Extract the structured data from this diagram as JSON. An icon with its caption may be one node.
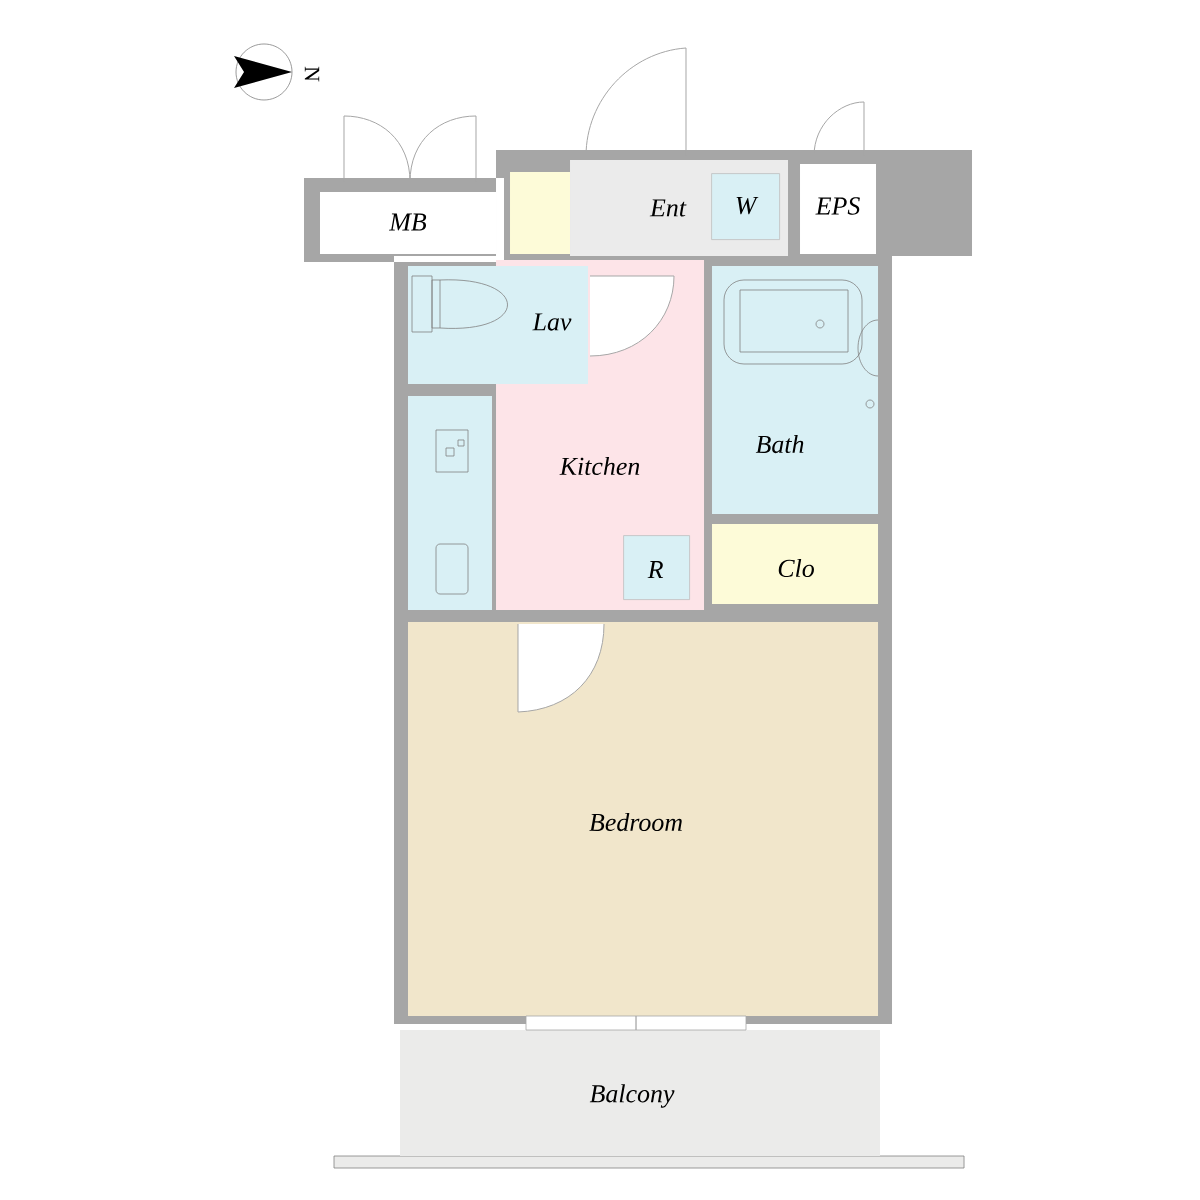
{
  "diagram": {
    "nodes": [
      {
        "text": [
          "MB"
        ]
      },
      {
        "text": [],
        "shape": "box"
      },
      {
        "text": [
          "Ent"
        ]
      },
      {
        "text": [
          "W"
        ],
        "in": 2
      },
      {
        "text": [
          "EPS"
        ]
      },
      {
        "text": [
          "Lav"
        ]
      },
      {
        "text": [],
        "shape": "box"
      },
      {
        "text": [
          "Kitchen"
        ]
      },
      {
        "text": [
          "R"
        ],
        "in": 7
      },
      {
        "text": [
          "Bath"
        ]
      },
      {
        "text": [
          "Clo"
        ]
      },
      {
        "text": [
          "Bedroom"
        ]
      },
      {
        "text": [
          "Balcony"
        ]
      }
    ],
    "labels": [
      "N"
    ]
  }
}
